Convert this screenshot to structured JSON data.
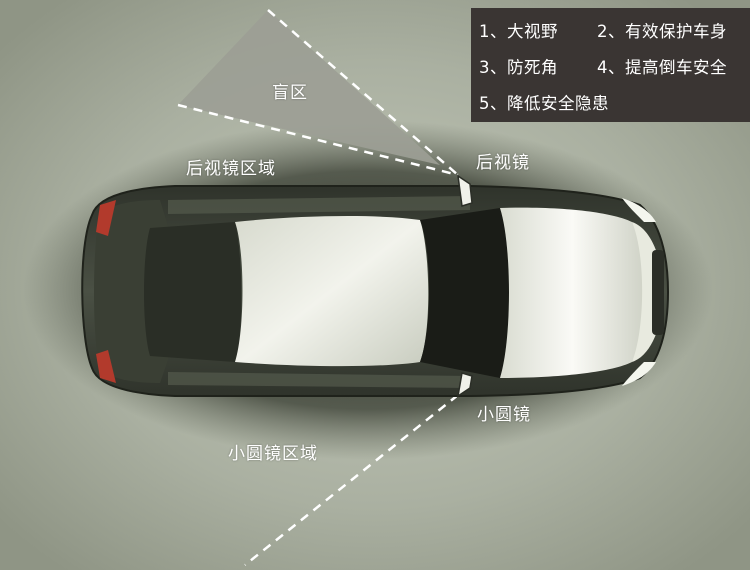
{
  "diagram": {
    "labels": {
      "blind_zone": "盲区",
      "mirror_area": "后视镜区域",
      "mirror": "后视镜",
      "round_mirror": "小圆镜",
      "round_mirror_area": "小圆镜区域"
    },
    "benefits": [
      {
        "num": "1、",
        "text": "大视野"
      },
      {
        "num": "2、",
        "text": "有效保护车身"
      },
      {
        "num": "3、",
        "text": "防死角"
      },
      {
        "num": "4、",
        "text": "提高倒车安全"
      },
      {
        "num": "5、",
        "text": "降低安全隐患"
      }
    ],
    "colors": {
      "background": "#aab0a0",
      "car_body": "#3d4237",
      "info_box": "#3a3533",
      "blind_zone_fill": "#9a9c93"
    }
  }
}
